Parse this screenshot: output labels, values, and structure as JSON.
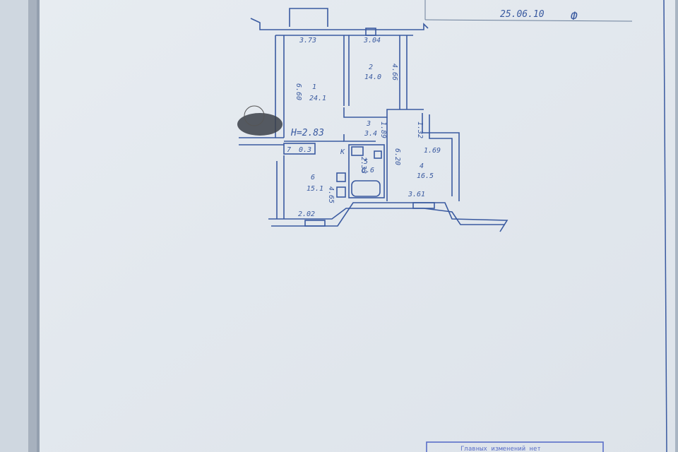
{
  "header": {
    "date": "25.06.10",
    "initial": "Ф"
  },
  "ceiling_height": "H=2.83",
  "rooms": [
    {
      "id": "room-1",
      "number": "1",
      "area": "24.1"
    },
    {
      "id": "room-2",
      "number": "2",
      "area": "14.0"
    },
    {
      "id": "room-3",
      "number": "3",
      "area": "3.4"
    },
    {
      "id": "room-4",
      "number": "4",
      "area": "16.5"
    },
    {
      "id": "room-5",
      "number": "5",
      "area": "6.6"
    },
    {
      "id": "room-6",
      "number": "6",
      "area": "15.1"
    },
    {
      "id": "room-7",
      "number": "7",
      "area": "0.3"
    }
  ],
  "dimensions": {
    "top_left": "3.73",
    "top_right": "3.04",
    "left_height": "6.60",
    "room2_side": "4.66",
    "room3_side": "1.89",
    "room4_left": "6.20",
    "room4_top": "1.32",
    "room4_width": "1.69",
    "room4_bottom": "3.61",
    "room5_side": "2.33",
    "room6_side": "4.65",
    "room6_bottom": "2.02"
  },
  "fixtures": {
    "kitchen_mark": "К"
  },
  "stamp_text": "Главных изменений нет",
  "colors": {
    "ink": "#3a5aa0",
    "paper": "#e4e9ee",
    "stamp": "#5a6fc8"
  }
}
